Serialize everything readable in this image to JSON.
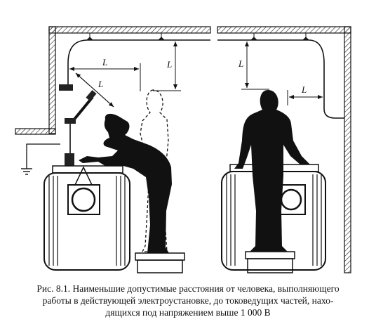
{
  "figure": {
    "dim_label": "L"
  },
  "caption": {
    "line1": "Рис. 8.1. Наименьшие допустимые расстояния от человека, выполняющего",
    "line2": "работы в действующей электроустановке, до токоведущих частей, нахо-",
    "line3": "дящихся под напряжением выше 1 000 В"
  }
}
